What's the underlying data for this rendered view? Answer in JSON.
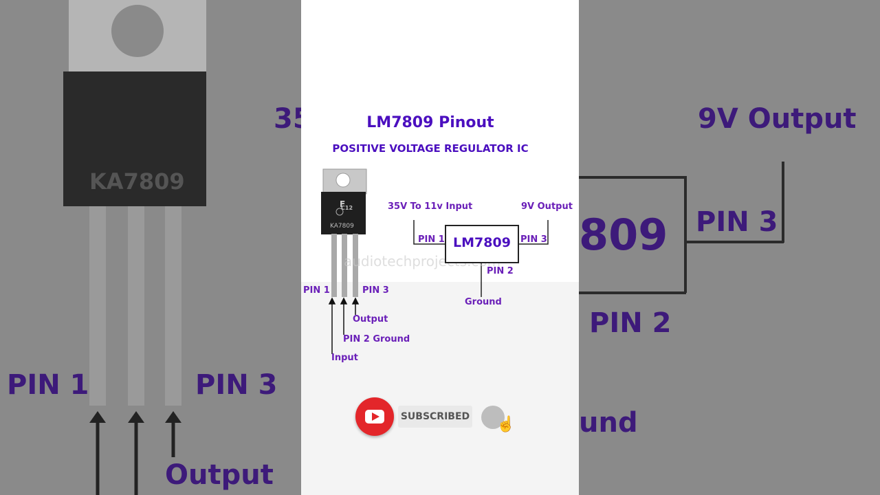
{
  "title": "LM7809 Pinout",
  "subtitle": "POSITIVE VOLTAGE REGULATOR IC",
  "package": {
    "chip_marking_brand": "C12",
    "chip_marking_part": "KA7809"
  },
  "package_pins": {
    "pin1": "PIN 1",
    "pin3": "PIN 3",
    "output": "Output",
    "pin2_ground": "PIN 2 Ground",
    "input": "Input"
  },
  "schematic": {
    "ic_label": "LM7809",
    "input_label": "35V To 11v Input",
    "output_label": "9V Output",
    "pin1": "PIN 1",
    "pin3": "PIN 3",
    "pin2": "PIN 2",
    "ground": "Ground"
  },
  "watermark": "audiotechprojects.com",
  "subscribe": {
    "button_label": "SUBSCRIBED",
    "icons": [
      "youtube-icon",
      "bell-icon",
      "hand-cursor-icon"
    ]
  },
  "background": {
    "left_pin1": "PIN 1",
    "left_pin3": "PIN 3",
    "left_output": "Output",
    "left_voltage": "35",
    "right_output": "9V Output",
    "right_ic": "809",
    "right_pin3": "PIN 3",
    "right_pin2": "PIN 2",
    "right_ground": "und"
  },
  "colors": {
    "accent": "#4b0fbf",
    "label": "#6a1fb8",
    "youtube_red": "#e3262a"
  }
}
